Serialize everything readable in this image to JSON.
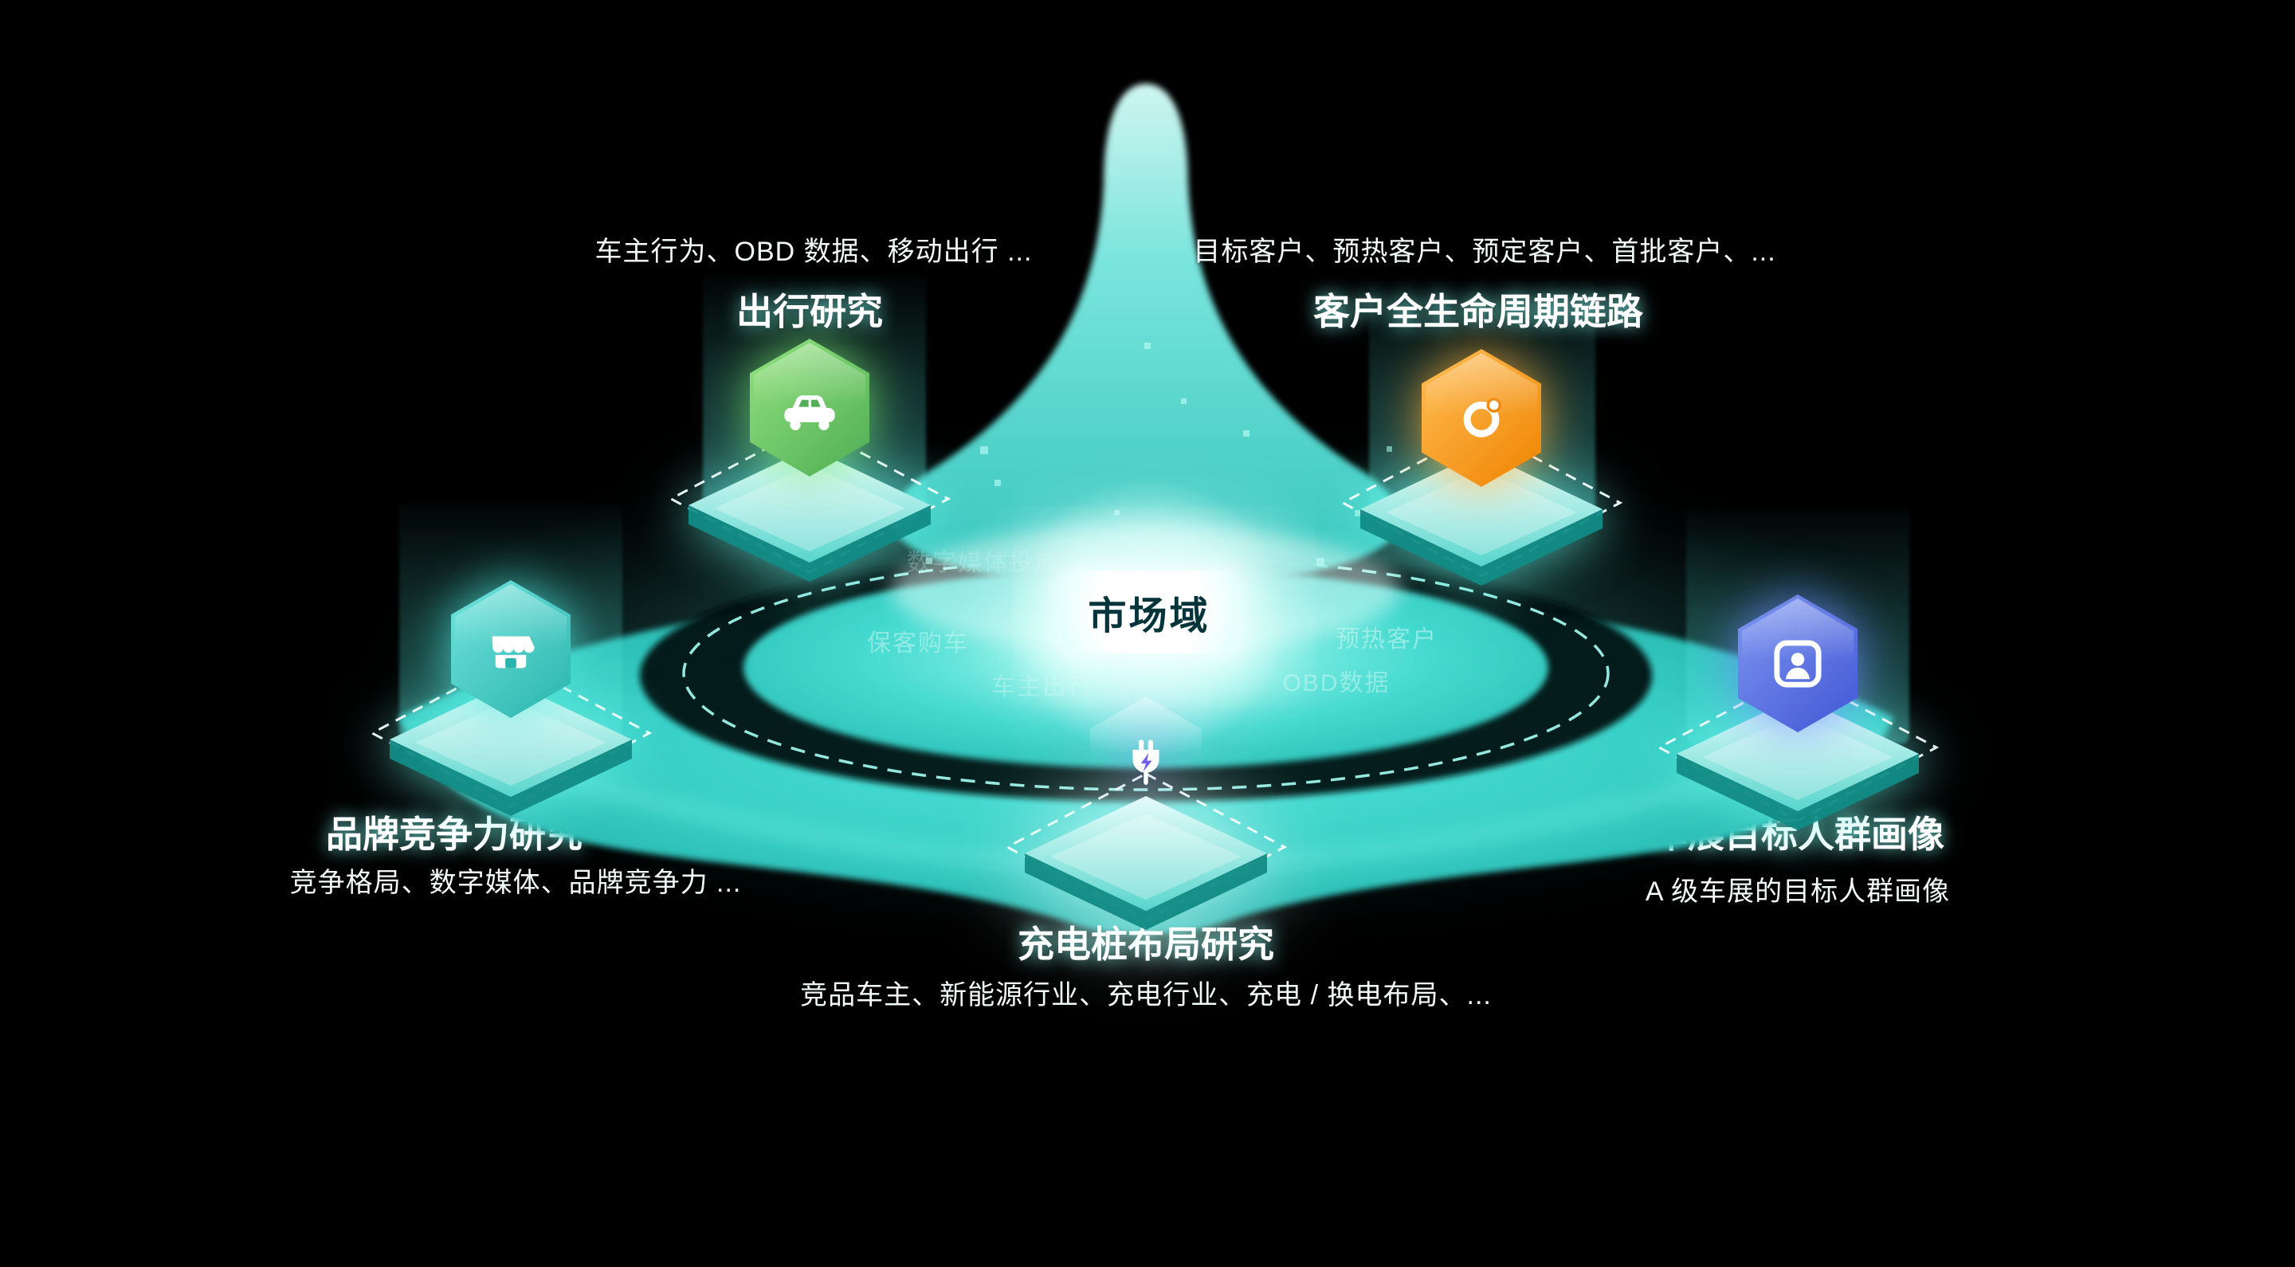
{
  "center": {
    "label": "市场域"
  },
  "nodes": {
    "travel": {
      "keywords": "车主行为、OBD 数据、移动出行 ...",
      "title": "出行研究",
      "icon": "car-icon",
      "color": "#57B75B"
    },
    "lifecycle": {
      "keywords": "目标客户、预热客户、预定客户、首批客户、...",
      "title": "客户全生命周期链路",
      "icon": "orbit-ring-icon",
      "color": "#F59A23"
    },
    "brand": {
      "keywords": "竞争格局、数字媒体、品牌竞争力 ...",
      "title": "品牌竞争力研究",
      "icon": "storefront-icon",
      "color": "#35C4BC"
    },
    "persona": {
      "keywords": "A 级车展的目标人群画像",
      "title": "车展目标人群画像",
      "icon": "user-card-icon",
      "color": "#5A6FE0"
    },
    "charging": {
      "keywords": "竞品车主、新能源行业、充电行业、充电 / 换电布局、...",
      "title": "充电桩布局研究",
      "icon": "charging-plug-icon",
      "color": "#8672EE"
    }
  },
  "floating_labels": [
    {
      "text": "数字媒体投放"
    },
    {
      "text": "保客购车"
    },
    {
      "text": "预热客户"
    },
    {
      "text": "OBD数据"
    },
    {
      "text": "车主出行"
    }
  ],
  "colors": {
    "background": "#000000",
    "vortex_teal": "#38D1C8",
    "dashed_ring": "#A5FFF6",
    "text": "#FFFFFF"
  }
}
